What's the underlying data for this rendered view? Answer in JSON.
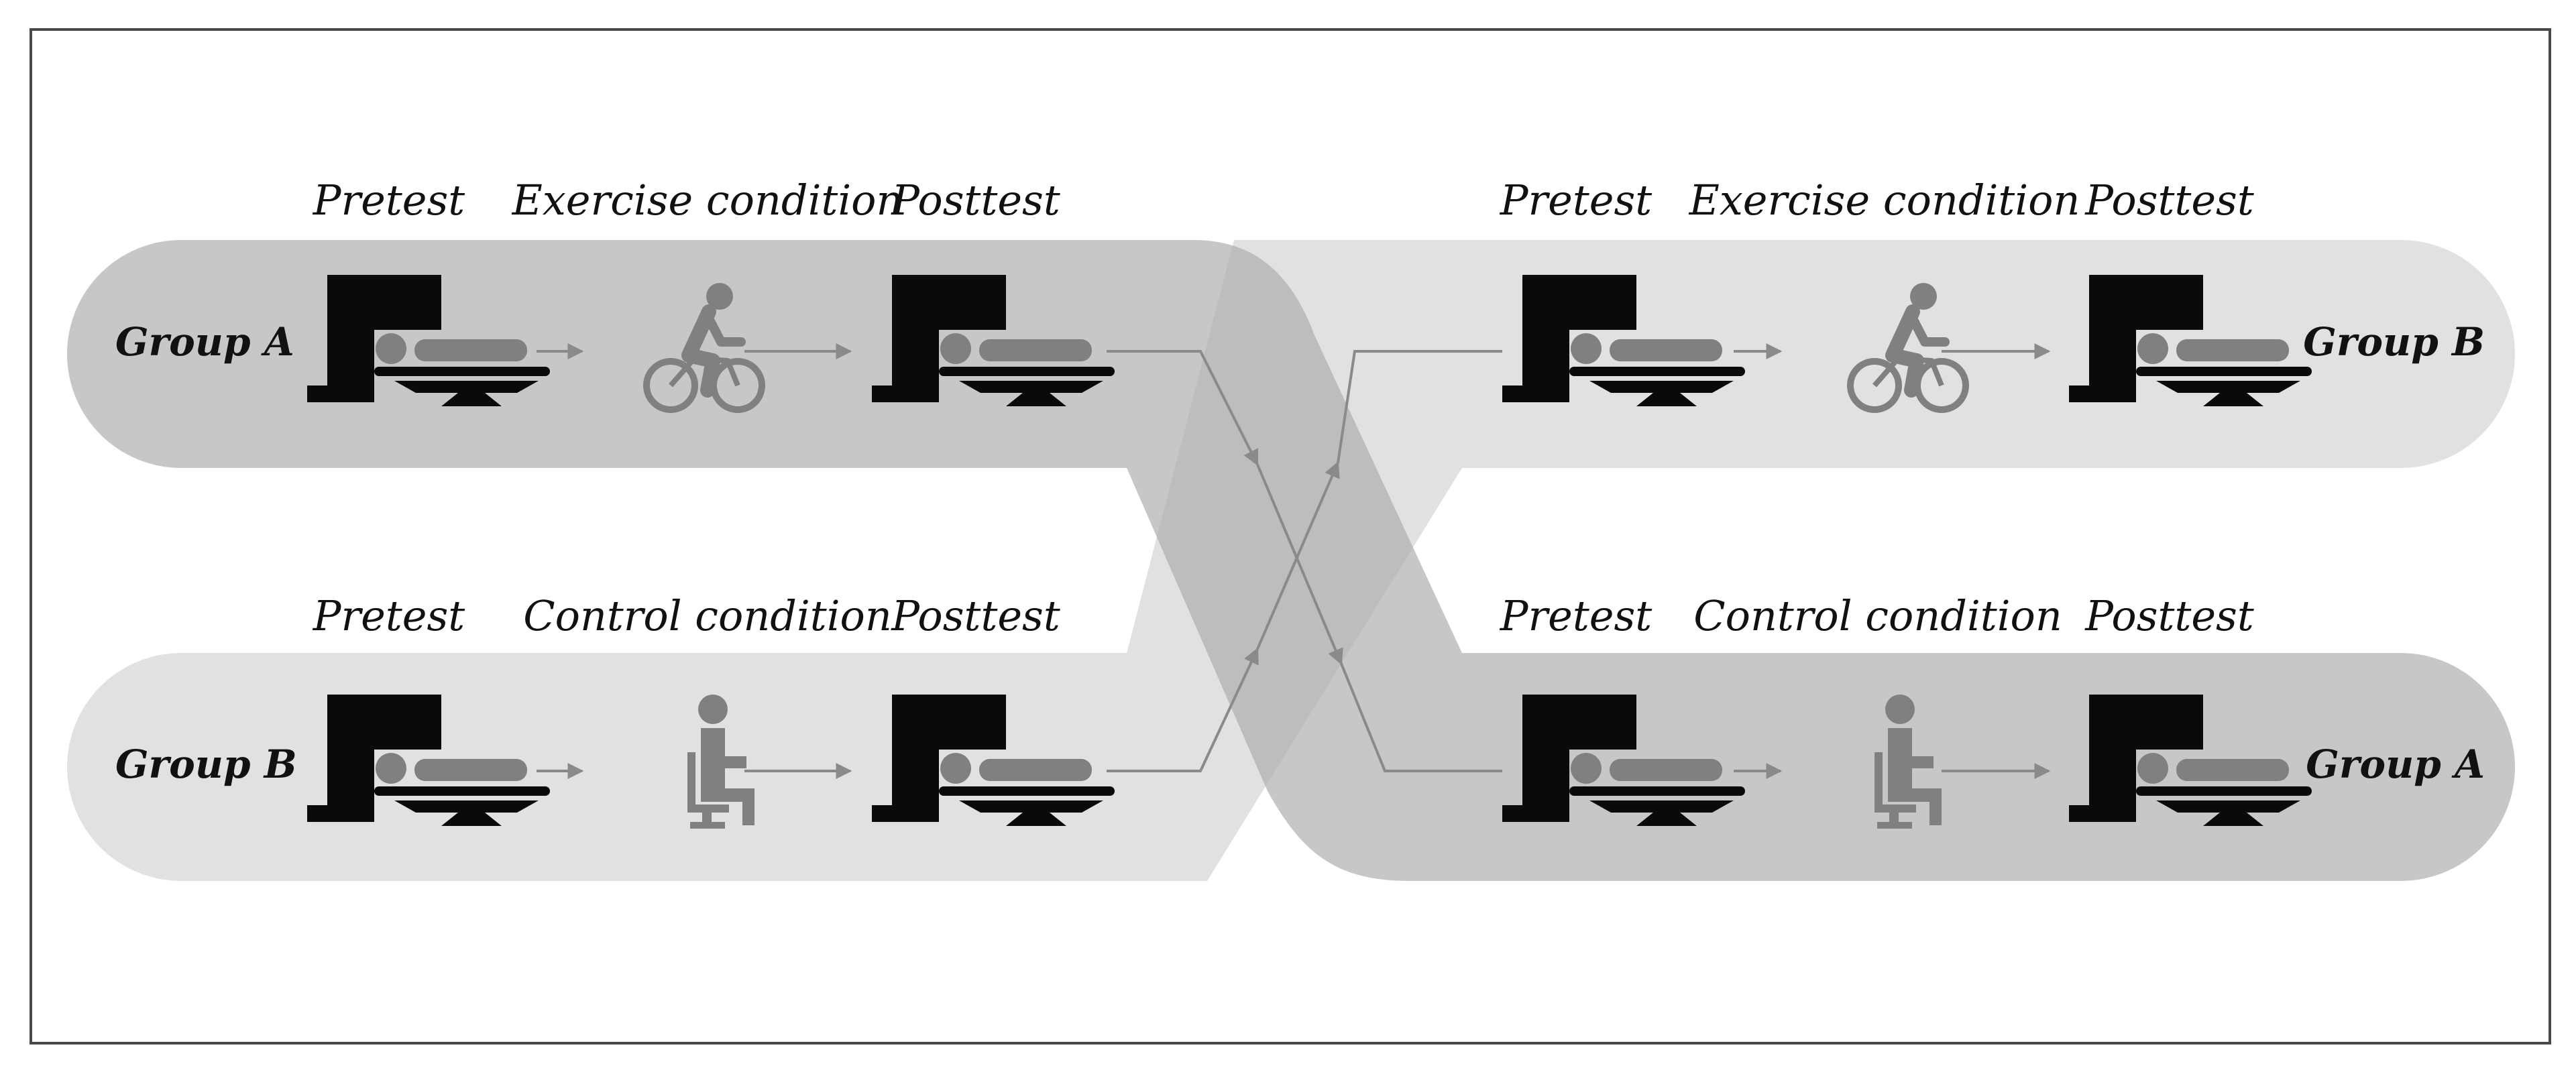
{
  "colors": {
    "band_dark": "#a9a9a9",
    "band_light": "#dcdcdc",
    "scanner": "#0a0a0a",
    "person_gray": "#808080",
    "arrow": "#8a8a8a",
    "frame": "#4a4a4a"
  },
  "left": {
    "top_row": {
      "group_label": "Group A",
      "stages": [
        "Pretest",
        "Exercise condition",
        "Posttest"
      ]
    },
    "bottom_row": {
      "group_label": "Group B",
      "stages": [
        "Pretest",
        "Control condition",
        "Posttest"
      ]
    }
  },
  "right": {
    "top_row": {
      "group_label": "Group B",
      "stages": [
        "Pretest",
        "Exercise condition",
        "Posttest"
      ]
    },
    "bottom_row": {
      "group_label": "Group A",
      "stages": [
        "Pretest",
        "Control condition",
        "Posttest"
      ]
    }
  },
  "icons": {
    "scanner": "mri-scanner-icon",
    "exercise": "cyclist-icon",
    "control": "seated-person-icon"
  }
}
